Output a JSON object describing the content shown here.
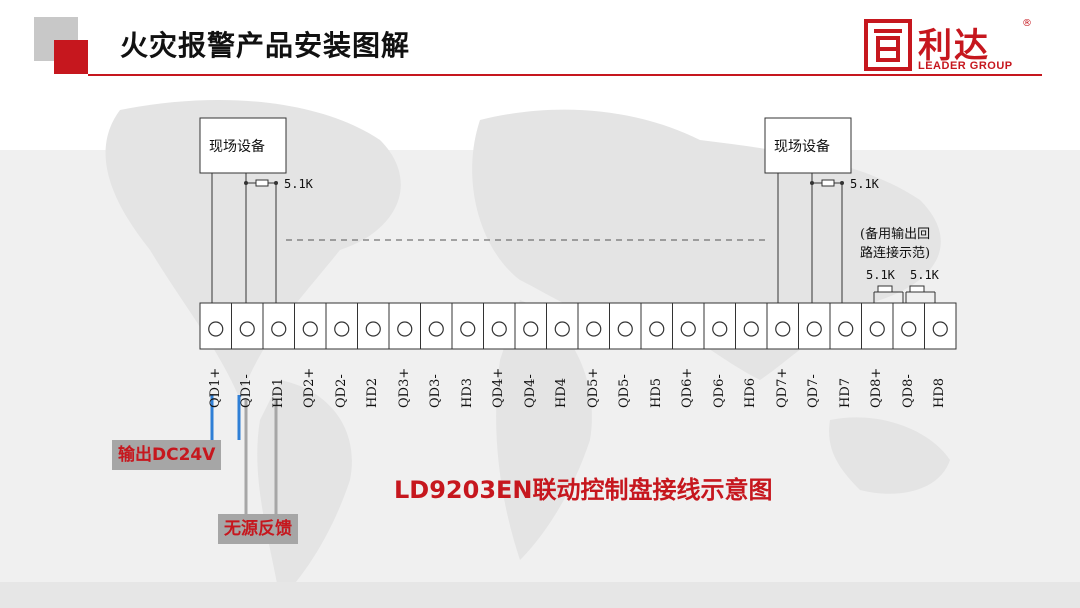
{
  "header": {
    "title": "火灾报警产品安装图解",
    "logo_cn": "利达",
    "logo_en": "LEADER GROUP",
    "logo_reg": "®"
  },
  "diagram": {
    "device_left": "现场设备",
    "device_right": "现场设备",
    "resistor_left": "5.1K",
    "resistor_right": "5.1K",
    "note_line1": "(备用输出回",
    "note_line2": "路连接示范)",
    "note_res1": "5.1K",
    "note_res2": "5.1K",
    "terminals": [
      "QD1+",
      "QD1-",
      "HD1",
      "QD2+",
      "QD2-",
      "HD2",
      "QD3+",
      "QD3-",
      "HD3",
      "QD4+",
      "QD4-",
      "HD4",
      "QD5+",
      "QD5-",
      "HD5",
      "QD6+",
      "QD6-",
      "HD6",
      "QD7+",
      "QD7-",
      "HD7",
      "QD8+",
      "QD8-",
      "HD8"
    ],
    "tag_output": "输出DC24V",
    "tag_feedback": "无源反馈",
    "caption": "LD9203EN联动控制盘接线示意图"
  },
  "colors": {
    "brand_red": "#c6171e",
    "wire_blue": "#2f7fd6",
    "wire_gray": "#a6a6a6",
    "tag_bg": "#a6a6a6"
  }
}
